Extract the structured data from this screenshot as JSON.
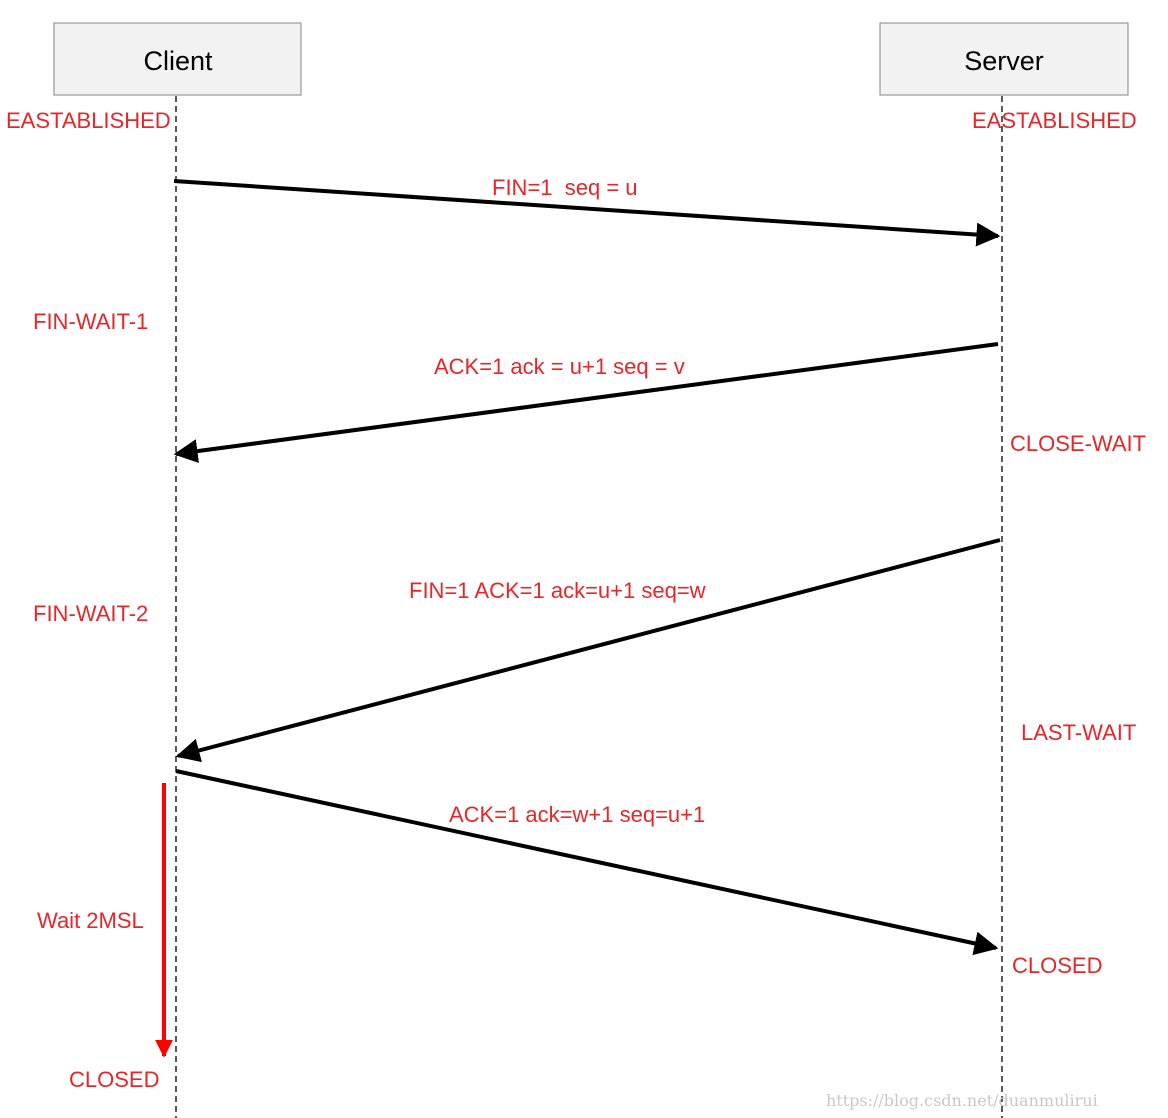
{
  "participants": {
    "client": {
      "label": "Client"
    },
    "server": {
      "label": "Server"
    }
  },
  "client_states": {
    "established": "EASTABLISHED",
    "fin_wait_1": "FIN-WAIT-1",
    "fin_wait_2": "FIN-WAIT-2",
    "wait_2msl": "Wait 2MSL",
    "closed": "CLOSED"
  },
  "server_states": {
    "established": "EASTABLISHED",
    "close_wait": "CLOSE-WAIT",
    "last_wait": "LAST-WAIT",
    "closed": "CLOSED"
  },
  "messages": {
    "m1": "FIN=1  seq = u",
    "m2": "ACK=1 ack = u+1 seq = v",
    "m3": "FIN=1 ACK=1 ack=u+1 seq=w",
    "m4": "ACK=1 ack=w+1 seq=u+1"
  },
  "watermark": "https://blog.csdn.net/duanmulirui",
  "colors": {
    "state_text": "#e8262a",
    "arrow": "#000000",
    "timer_arrow": "#ff0000",
    "box_fill": "#f2f2f2",
    "box_stroke": "#999999",
    "watermark": "#c8c8c8"
  }
}
